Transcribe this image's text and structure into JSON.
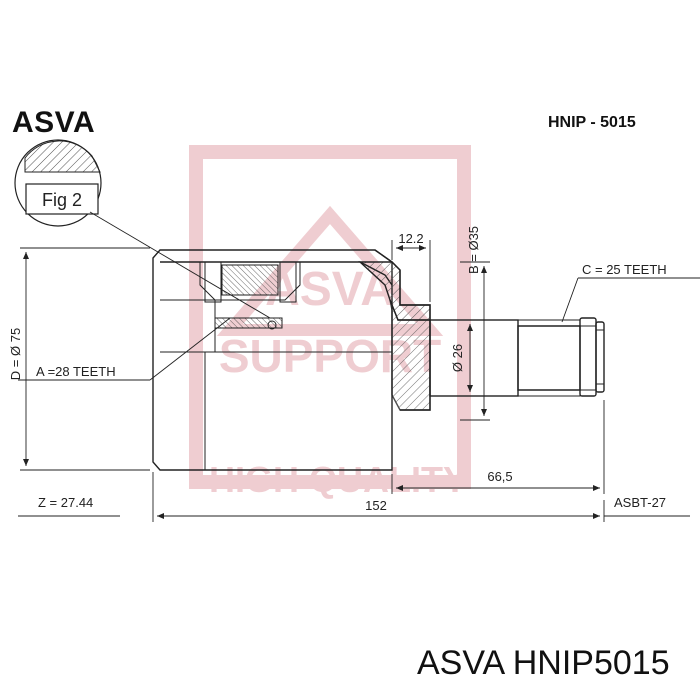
{
  "header": {
    "brand": "ASVA",
    "part_number": "HNIP - 5015"
  },
  "detail": {
    "label": "Fig 2"
  },
  "dimensions": {
    "width_12": "12.2",
    "spline_b": "B = Ø35",
    "spline_c": "C = 25 TEETH",
    "diameter_d": "D = Ø 75",
    "shaft_dia": "Ø 26",
    "teeth_a": "A =28 TEETH",
    "length_66": "66,5",
    "z_value": "Z = 27.44",
    "overall": "152",
    "boot_ref": "ASBT-27"
  },
  "watermark": {
    "brand": "ASVA",
    "line1": "SUPPORT",
    "line2": "HIGH QUALITY",
    "color": "#e3a6ad"
  },
  "footer": {
    "caption": "ASVA HNIP5015"
  }
}
